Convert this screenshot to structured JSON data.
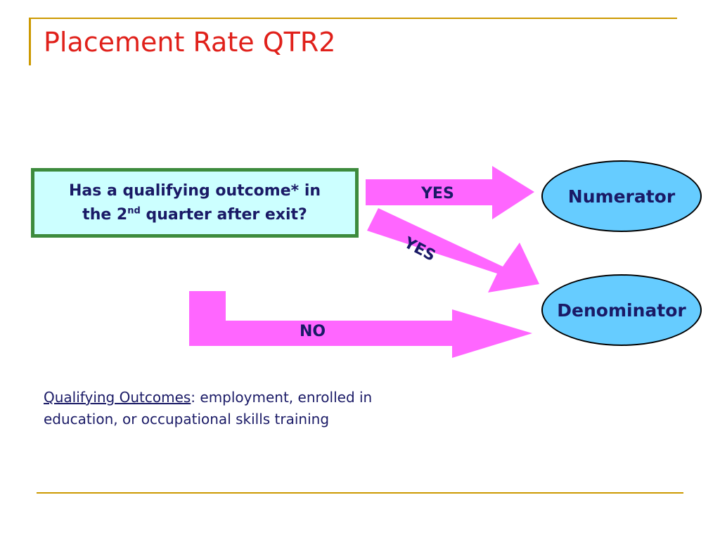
{
  "title": "Placement Rate QTR2",
  "question": {
    "line1": "Has a qualifying outcome",
    "asterisk": "*",
    "line1_end": " in",
    "line2_start": "the 2",
    "line2_sup": "nd",
    "line2_end": " quarter after exit?"
  },
  "outcomes": {
    "numerator": "Numerator",
    "denominator": "Denominator"
  },
  "arrows": {
    "yes_to_numerator": "YES",
    "yes_to_denominator": "YES",
    "no_to_denominator": "NO"
  },
  "note": {
    "heading": "Qualifying Outcomes",
    "text": ": employment, enrolled in education, or occupational skills training"
  },
  "colors": {
    "title": "#e0201a",
    "arrow_fill": "#ff66ff",
    "question_fill": "#ccffff",
    "question_border": "#3d8b3d",
    "oval_fill": "#66ccff",
    "text": "#1a1a66",
    "rule": "#cc9900"
  }
}
